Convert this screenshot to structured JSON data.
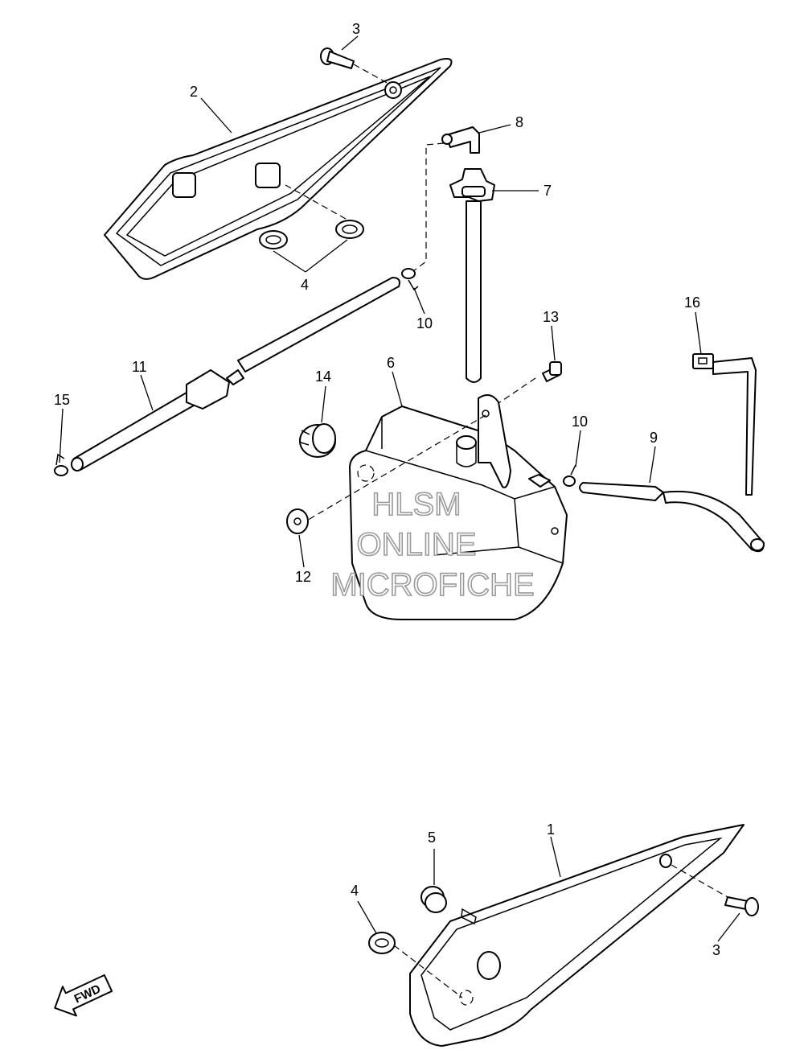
{
  "callouts": {
    "c1": "1",
    "c2": "2",
    "c3a": "3",
    "c3b": "3",
    "c4a": "4",
    "c4b": "4",
    "c5": "5",
    "c6": "6",
    "c7": "7",
    "c8": "8",
    "c9": "9",
    "c10a": "10",
    "c10b": "10",
    "c11": "11",
    "c12": "12",
    "c13": "13",
    "c14": "14",
    "c15": "15",
    "c16": "16"
  },
  "watermark": {
    "line1": "HLSM",
    "line2": "ONLINE",
    "line3": "MICROFICHE"
  },
  "fwd_label": "FWD"
}
